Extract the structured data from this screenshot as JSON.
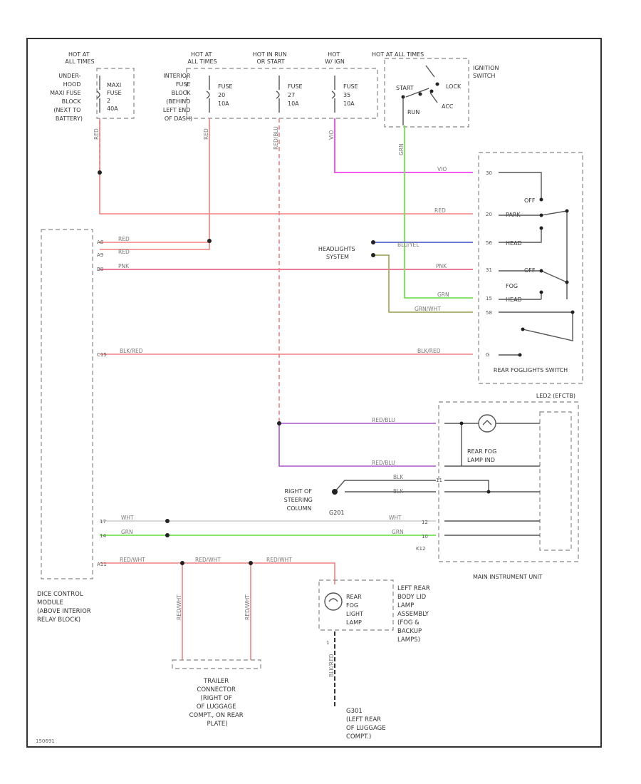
{
  "figure_id": "150691",
  "sources": {
    "underhood": {
      "title": [
        "UNDER-",
        "HOOD",
        "MAXI FUSE",
        "BLOCK",
        "(NEXT TO",
        "BATTERY)"
      ],
      "hot": [
        "HOT AT",
        "ALL TIMES"
      ],
      "fuse": [
        "MAXI",
        "FUSE",
        "2",
        "40A"
      ]
    },
    "interior": {
      "title": [
        "INTERIOR",
        "FUSE",
        "BLOCK",
        "(BEHIND",
        "LEFT END",
        "OF DASH)"
      ]
    },
    "fuse1": {
      "hot": [
        "HOT AT",
        "ALL TIMES"
      ],
      "fuse": [
        "FUSE",
        "20",
        "10A"
      ]
    },
    "fuse2": {
      "hot": [
        "HOT IN RUN",
        "OR START"
      ],
      "fuse": [
        "FUSE",
        "27",
        "10A"
      ]
    },
    "fuse3": {
      "hot": [
        "HOT",
        "W/ IGN"
      ],
      "fuse": [
        "FUSE",
        "35",
        "10A"
      ]
    },
    "ignition": {
      "hot": "HOT AT ALL TIMES",
      "title": [
        "IGNITION",
        "SWITCH"
      ],
      "positions": [
        "START",
        "LOCK",
        "RUN",
        "ACC"
      ]
    }
  },
  "rear_fog_switch": {
    "title": "REAR FOGLIGHTS SWITCH",
    "pins": [
      "30",
      "20",
      "56",
      "31",
      "15",
      "58",
      "G"
    ],
    "labels": [
      "OFF",
      "PARK",
      "HEAD",
      "OFF",
      "FOG",
      "HEAD"
    ]
  },
  "headlights_system": [
    "HEADLIGHTS",
    "SYSTEM"
  ],
  "wires_switch": [
    "VIO",
    "RED",
    "BLU/YEL",
    "PNK",
    "GRN",
    "GRN/WHT",
    "BLK/RED"
  ],
  "dice": {
    "title": [
      "DICE CONTROL",
      "MODULE",
      "(ABOVE INTERIOR",
      "RELAY BLOCK)"
    ],
    "pins": [
      "A8",
      "A9",
      "B8",
      "C15",
      "17",
      "14",
      "A11"
    ],
    "wires": [
      "RED",
      "RED",
      "PNK",
      "BLK/RED",
      "WHT",
      "GRN",
      "RED/WHT"
    ]
  },
  "instrument": {
    "title": "MAIN INSTRUMENT UNIT",
    "led": "LED2 (EFCTB)",
    "lamp": [
      "REAR FOG",
      "LAMP IND"
    ],
    "pins": [
      "12",
      "10",
      "11",
      "K12"
    ],
    "wires": [
      "RED/BLU",
      "RED/BLU",
      "BLK",
      "BLK",
      "WHT",
      "GRN"
    ]
  },
  "ground_right_steer": [
    "RIGHT OF",
    "STEERING",
    "COLUMN"
  ],
  "g201": "G201",
  "trailer": [
    "TRAILER",
    "CONNECTOR",
    "(RIGHT OF",
    "OF LUGGAGE",
    "COMPT., ON REAR",
    "PLATE)"
  ],
  "rear_lamp": {
    "inner": [
      "REAR",
      "FOG",
      "LIGHT",
      "LAMP"
    ],
    "title": [
      "LEFT REAR",
      "BODY LID",
      "LAMP",
      "ASSEMBLY",
      "(FOG &",
      "BACKUP",
      "LAMPS)"
    ],
    "pin": "1"
  },
  "ground_left_rear": [
    "G301",
    "(LEFT REAR",
    "OF LUGGAGE",
    "COMPT.)"
  ],
  "colors": {
    "red": "#f08080",
    "pink": "#ee6688",
    "magenta": "#ee44ee",
    "green": "#77e055",
    "blue": "#5566cc",
    "olive": "#aaaa66",
    "purple": "#aa55cc",
    "gray": "#555555"
  }
}
